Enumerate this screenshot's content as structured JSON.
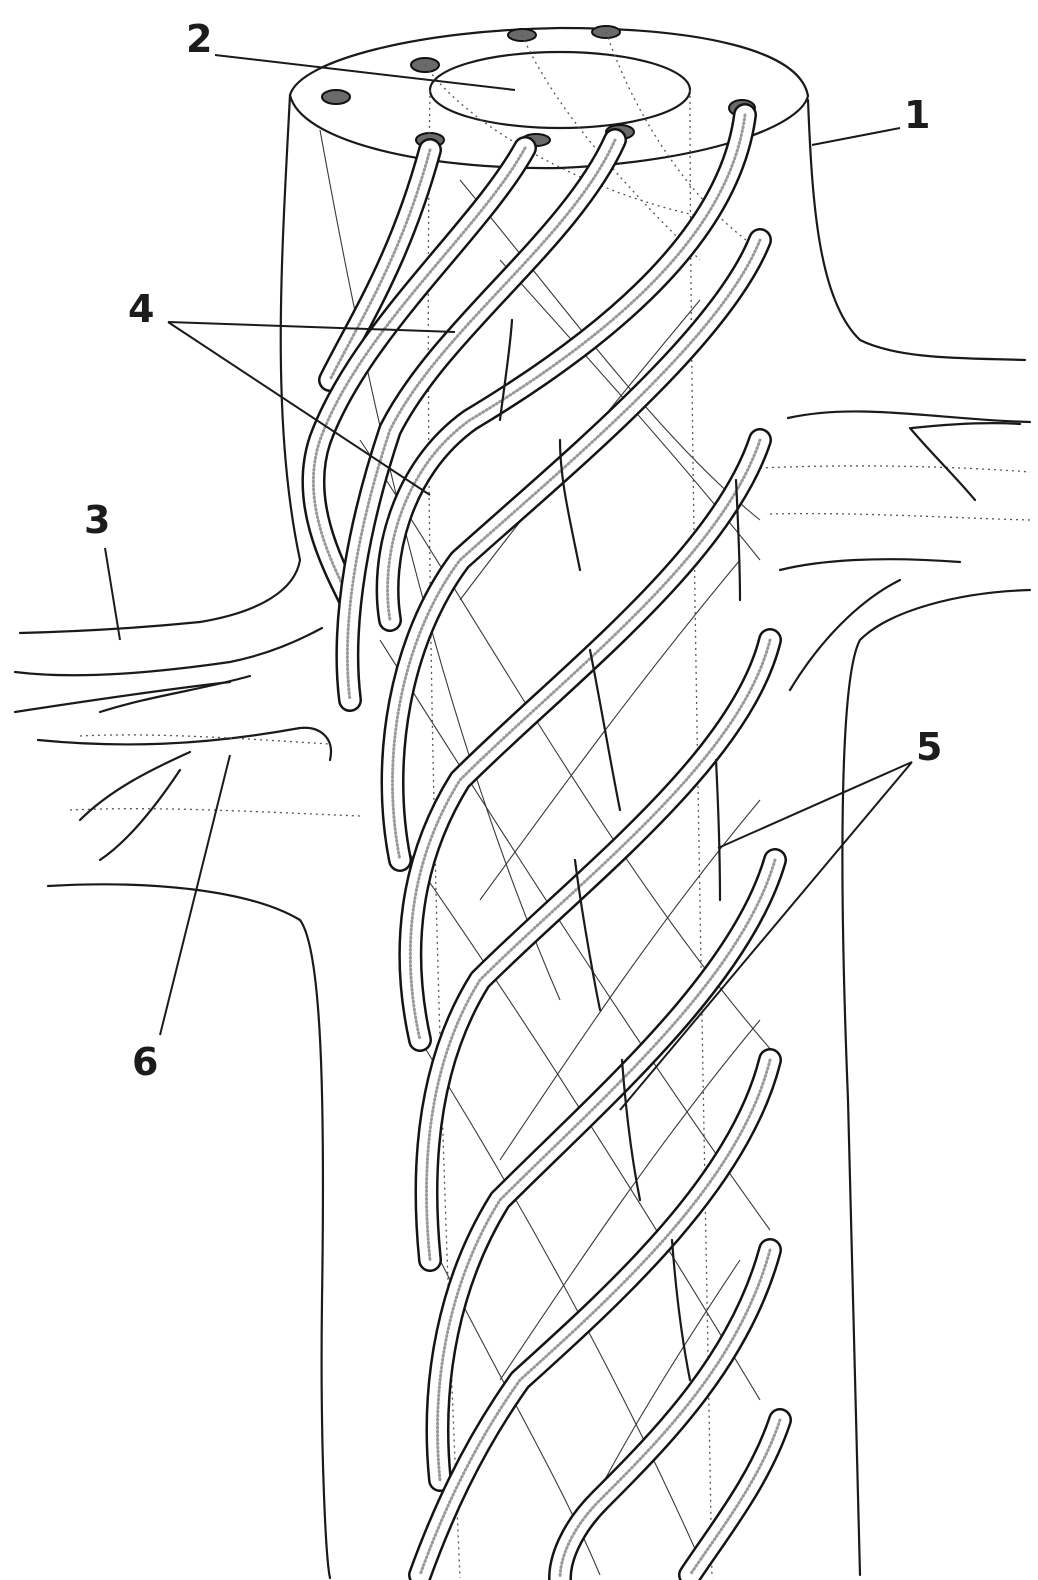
{
  "figure": {
    "labels": {
      "l1": "1",
      "l2": "2",
      "l3": "3",
      "l4": "4",
      "l5": "5",
      "l6": "6"
    }
  },
  "colors": {
    "ink": "#1a1a1a",
    "background": "#ffffff",
    "stipple": "#9a9a9a"
  }
}
